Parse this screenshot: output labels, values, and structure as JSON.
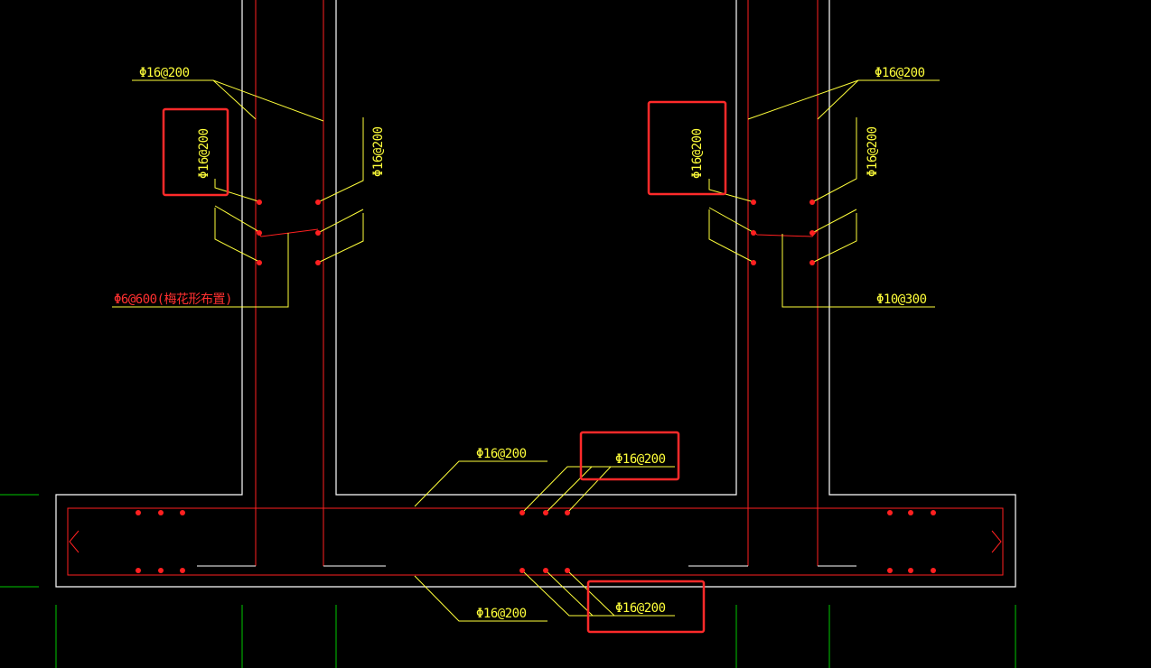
{
  "colors": {
    "background": "#000000",
    "outline": "#ffffff",
    "rebar": "#ff2020",
    "leader": "#ffff3a",
    "grid": "#00c800",
    "highlight": "#ff2a2a"
  },
  "labels": {
    "left_horizontal_bar": "Φ16@200",
    "left_vertical_bar_outer": "Φ16@200",
    "left_vertical_bar_inner": "Φ16@200",
    "left_tie": "Φ6@600(梅花形布置)",
    "right_horizontal_bar": "Φ16@200",
    "right_vertical_bar_outer": "Φ16@200",
    "right_vertical_bar_inner": "Φ16@200",
    "right_tie": "Φ10@300",
    "slab_top_leader": "Φ16@200",
    "slab_top_highlight": "Φ16@200",
    "slab_bottom_leader": "Φ16@200",
    "slab_bottom_highlight": "Φ16@200"
  }
}
